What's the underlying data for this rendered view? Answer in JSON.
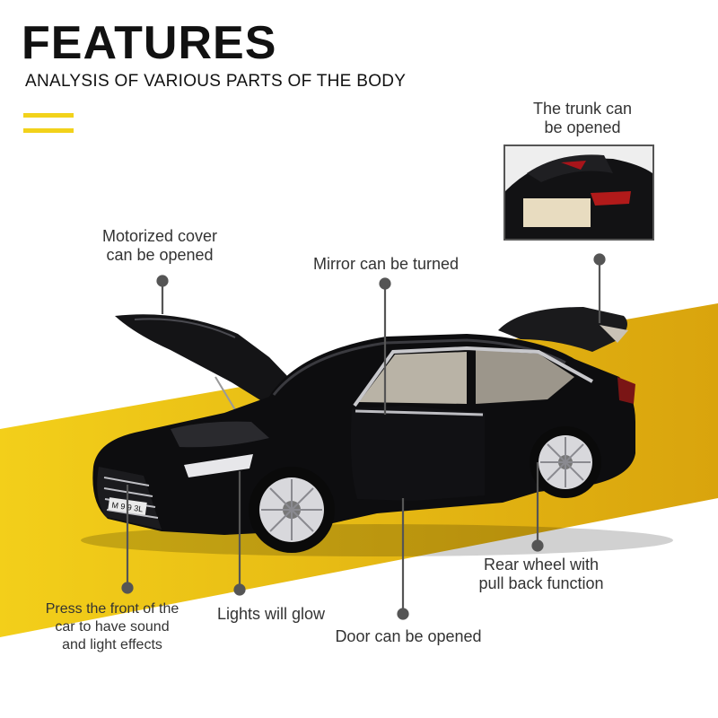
{
  "header": {
    "title": "FEATURES",
    "subtitle": "ANALYSIS OF VARIOUS PARTS OF THE BODY"
  },
  "callouts": {
    "trunk_line1": "The trunk can",
    "trunk_line2": "be opened",
    "cover_line1": "Motorized cover",
    "cover_line2": "can be opened",
    "mirror": "Mirror can be turned",
    "rear_line1": "Rear wheel with",
    "rear_line2": "pull back function",
    "front_line1": "Press the front of the",
    "front_line2": "car to have sound",
    "front_line3": "and light effects",
    "lights": "Lights will glow",
    "door": "Door can be opened"
  },
  "plate_text": "M 9 9 3L",
  "colors": {
    "accent_yellow": "#f2d21b",
    "stripe_yellow": "#e6b613",
    "car_body": "#0d0d0f",
    "leader": "#555555"
  }
}
